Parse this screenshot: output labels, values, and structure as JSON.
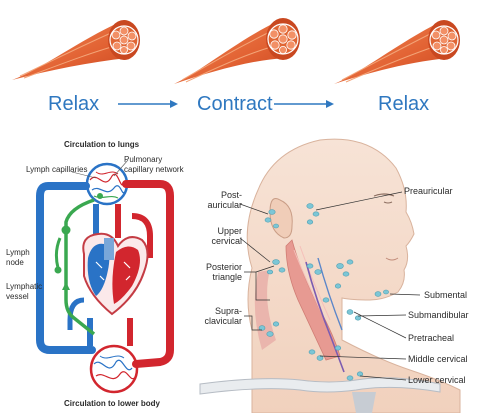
{
  "top": {
    "stages": [
      "Relax",
      "Contract",
      "Relax"
    ]
  },
  "circulation": {
    "title_top": "Circulation to lungs",
    "title_bottom": "Circulation to lower body",
    "labels": {
      "lymph_capillaries": "Lymph capillaries",
      "pulmonary": "Pulmonary\ncapillary network",
      "lymph_node": "Lymph\nnode",
      "lymphatic_vessel": "Lymphatic\nvessel"
    }
  },
  "neck": {
    "left_labels": {
      "post_auricular": "Post-\nauricular",
      "upper_cervical": "Upper\ncervical",
      "posterior_triangle": "Posterior\ntriangle",
      "supraclavicular": "Supra-\nclavicular"
    },
    "right_labels": {
      "preauricular": "Preauricular",
      "submental": "Submental",
      "submandibular": "Submandibular",
      "pretracheal": "Pretracheal",
      "middle_cervical": "Middle cervical",
      "lower_cervical": "Lower cervical"
    }
  },
  "colors": {
    "accent": "#2f78c0",
    "muscle": "#e8703e",
    "vein": "#2a73c6",
    "artery": "#d2262e",
    "lymph": "#3aa850",
    "skin": "#f4d9c8",
    "node": "#7cc6d6"
  }
}
